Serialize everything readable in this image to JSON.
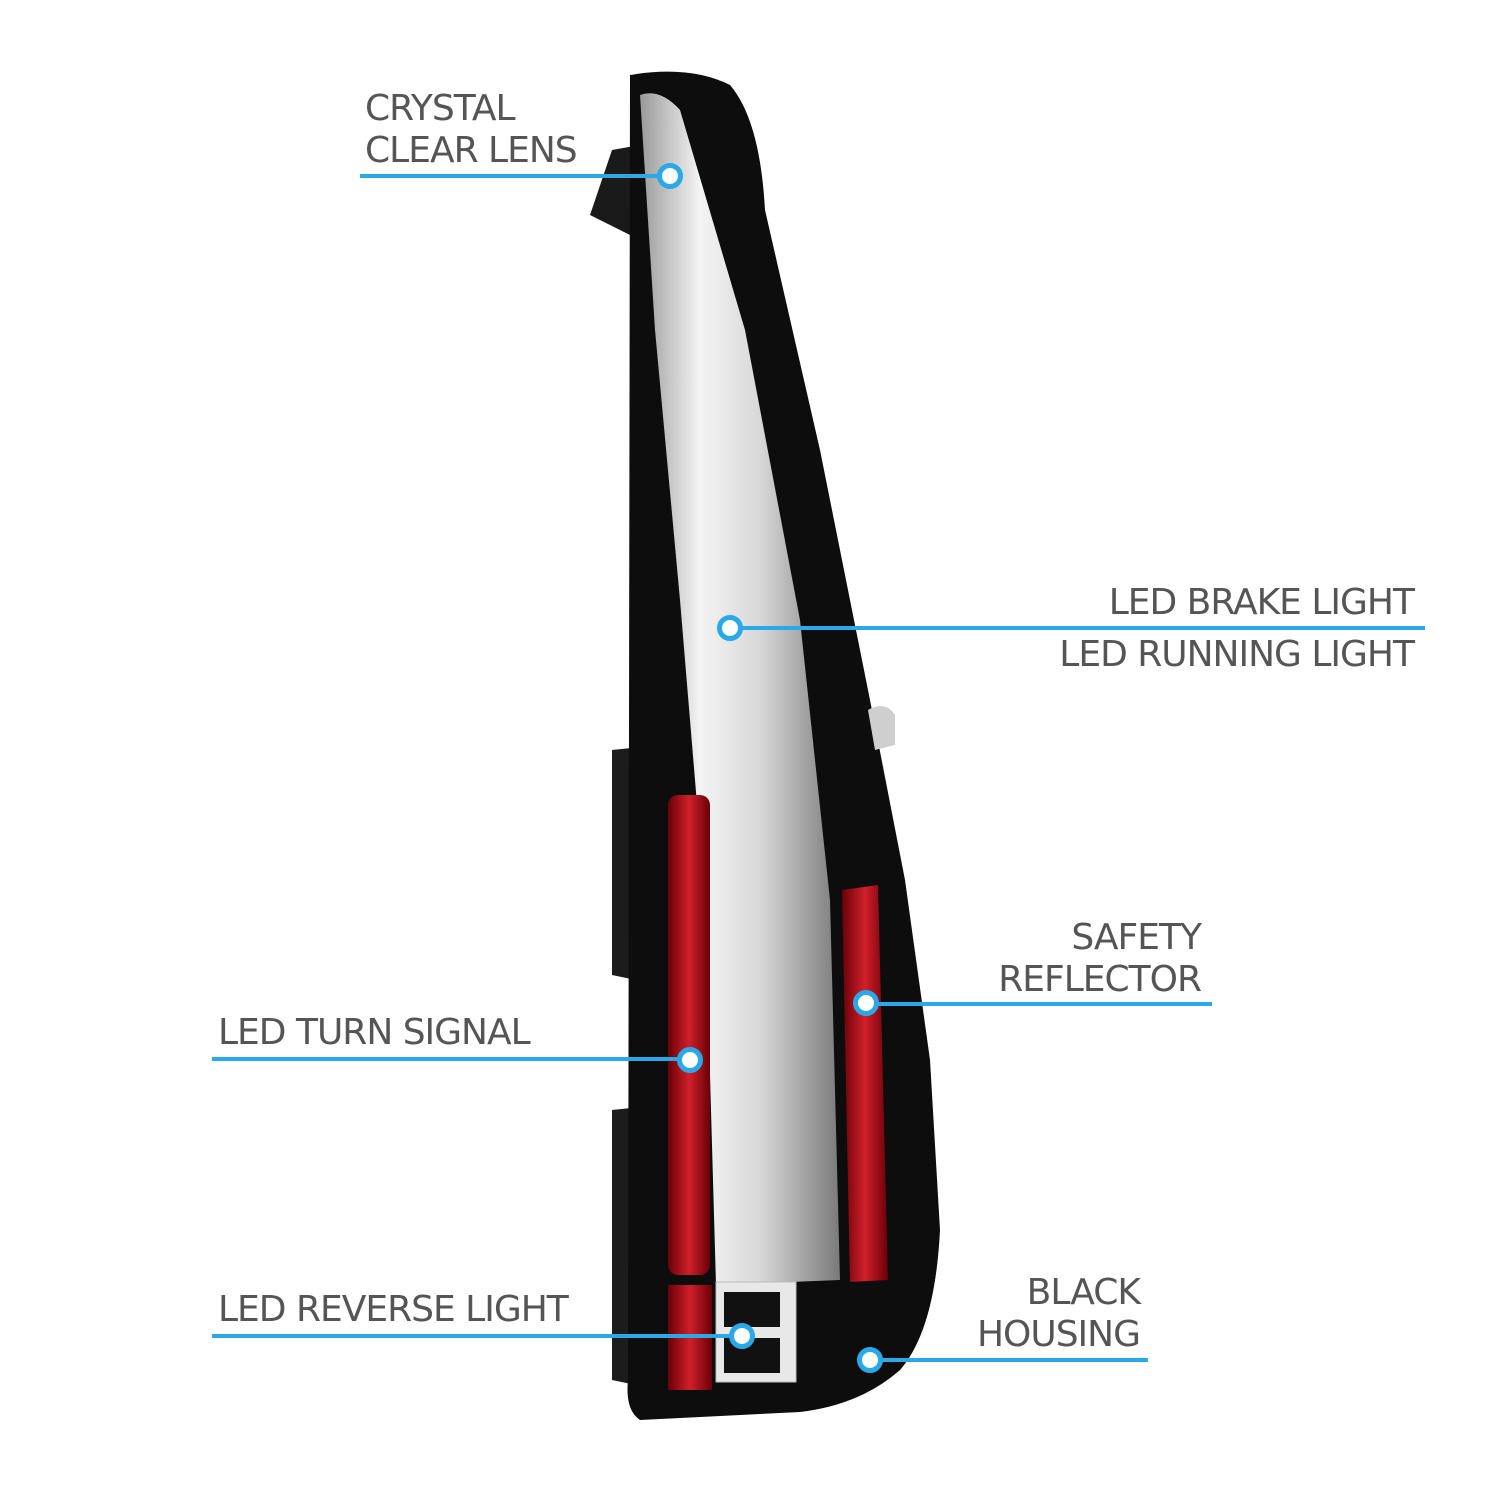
{
  "callouts": {
    "crystal_clear_lens": [
      "CRYSTAL",
      "CLEAR LENS"
    ],
    "led_brake_running": [
      "LED BRAKE LIGHT",
      "LED RUNNING LIGHT"
    ],
    "safety_reflector": [
      "SAFETY",
      "REFLECTOR"
    ],
    "led_turn_signal": "LED TURN SIGNAL",
    "led_reverse_light": "LED REVERSE LIGHT",
    "black_housing": [
      "BLACK",
      "HOUSING"
    ]
  },
  "colors": {
    "accent": "#2aa8e8",
    "text": "#555555",
    "housing": "#0d0d0d",
    "red_lens": "#b0101a"
  }
}
